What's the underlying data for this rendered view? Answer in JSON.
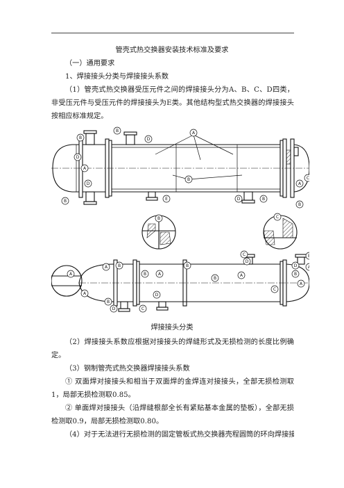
{
  "doc": {
    "title": "管壳式热交换器安装技术标准及要求",
    "section": "（一）通用要求",
    "subsection": "1、焊接接头分类与焊接接头系数",
    "p1": "（1）管壳式热交换器受压元件之间的焊接接头分为A、B、C、D四类，非受压元件与受压元件的焊接接头为E类。其他结构型式热交换器的焊接接头按相应标准规定。",
    "figure_caption": "焊接接头分类",
    "figure_labels": {
      "A": "A",
      "B": "B",
      "C": "C",
      "D": "D",
      "E": "E"
    },
    "p2": "（2）焊接接头系数应根据对接接头的焊缝形式及无损检测的长度比例确定。",
    "p3": "（3）钢制管壳式热交换器焊接接头系数",
    "p4": "① 双面焊对接接头和相当于双面焊的金焊连对接接头，全部无损检测取1，局部无损检测取0.85。",
    "p5": "② 单面焊对接接头（沿焊缝根部全长有紧贴基本金属的垫板），全部无损检测取0.9，局部无损检测取0.80。",
    "p6": "（4）对于无法进行无损检测的固定管板式热交换器壳程圆筒的环向焊接接"
  }
}
